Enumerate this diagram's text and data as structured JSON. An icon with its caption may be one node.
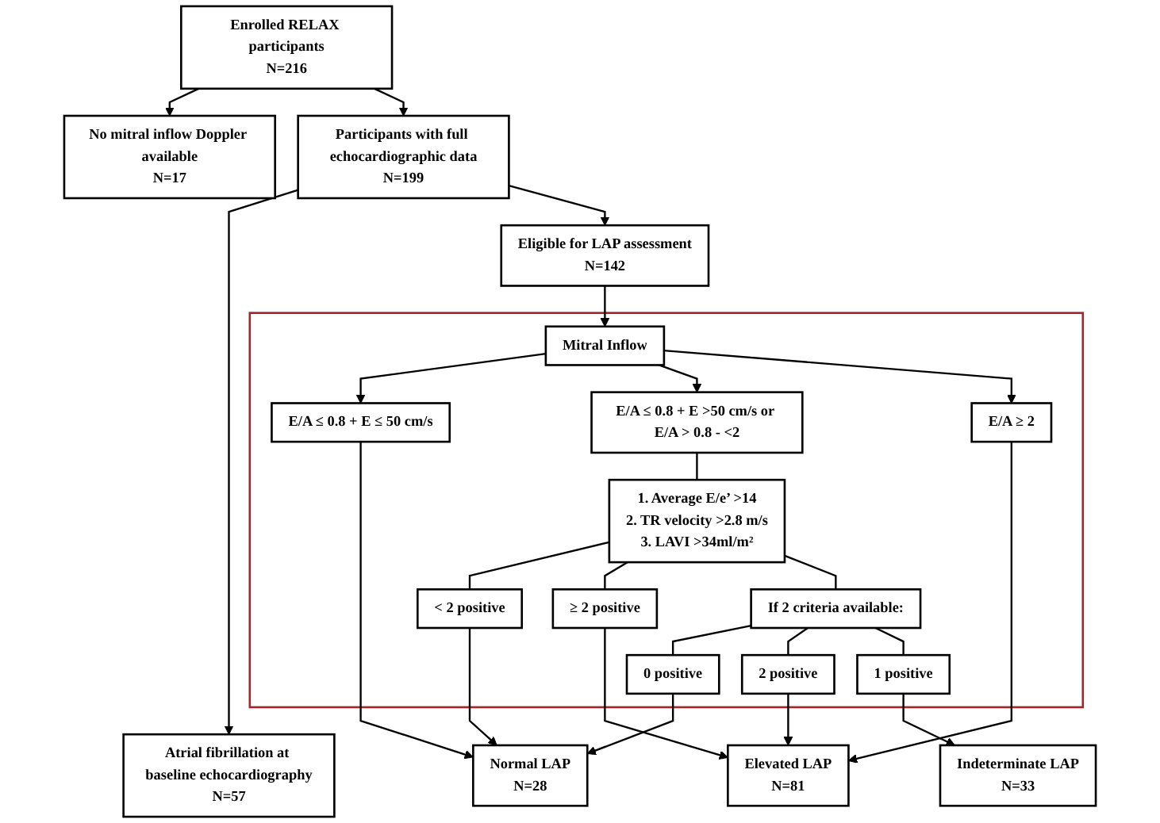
{
  "diagram": {
    "nodes": [
      {
        "text": [
          "Enrolled RELAX participants",
          "N=216"
        ]
      },
      {
        "text": [
          "No mitral inflow Doppler available",
          "N=17"
        ]
      },
      {
        "text": [
          "Participants with full echocardiographic data",
          "N=199"
        ]
      },
      {
        "text": [
          "Eligible for LAP assessment",
          "N=142"
        ]
      },
      {
        "text": [],
        "shape": "box"
      },
      {
        "text": [
          "Mitral Inflow"
        ],
        "in": 4
      },
      {
        "text": [
          "E/A ≤ 0.8 + E ≤ 50 cm/s"
        ],
        "in": 4
      },
      {
        "text": [
          "E/A ≤ 0.8 + E >50 cm/s or E/A > 0.8 - <2"
        ],
        "in": 4
      },
      {
        "text": [
          "E/A ≥ 2"
        ],
        "in": 4
      },
      {
        "text": [
          "< 2 positive"
        ],
        "in": 4
      },
      {
        "text": [
          "1. Average E/e’ >14",
          "2. TR velocity >2.8 m/s",
          "3. LAVI >34ml/m²"
        ],
        "in": 4
      },
      {
        "text": [
          "≥ 2 positive"
        ],
        "in": 4
      },
      {
        "text": [
          "0 positive"
        ],
        "in": 4
      },
      {
        "text": [
          "If 2 criteria available:"
        ],
        "in": 4
      },
      {
        "text": [
          "2 positive"
        ],
        "in": 4
      },
      {
        "text": [
          "1 positive"
        ],
        "in": 4
      },
      {
        "text": [
          "Atrial fibrillation at baseline echocardiography",
          "N=57"
        ]
      },
      {
        "text": [
          "Normal LAP",
          "N=28"
        ]
      },
      {
        "text": [
          "Indeterminate LAP",
          "N=33"
        ]
      },
      {
        "text": [
          "Elevated LAP",
          "N=81"
        ]
      }
    ],
    "edges": [
      {
        "from": 0,
        "to": 1,
        "arrow": "to"
      },
      {
        "from": 0,
        "to": 2,
        "arrow": "to"
      },
      {
        "from": 2,
        "to": 16,
        "arrow": "to"
      },
      {
        "from": 2,
        "to": 3,
        "arrow": "to"
      },
      {
        "from": 3,
        "to": 5,
        "arrow": "to"
      },
      {
        "from": 5,
        "to": 6,
        "arrow": "to"
      },
      {
        "from": 5,
        "to": 7,
        "arrow": "to"
      },
      {
        "from": 5,
        "to": 8,
        "arrow": "to"
      },
      {
        "from": 7,
        "to": 10,
        "arrow": "none"
      },
      {
        "from": 10,
        "to": 9,
        "arrow": "none"
      },
      {
        "from": 9,
        "to": 17,
        "arrow": "to"
      },
      {
        "from": 10,
        "to": 11,
        "arrow": "none"
      },
      {
        "from": 11,
        "to": 19,
        "arrow": "to"
      },
      {
        "from": 10,
        "to": 13,
        "arrow": "none"
      },
      {
        "from": 13,
        "to": 12,
        "arrow": "none"
      },
      {
        "from": 12,
        "to": 17,
        "arrow": "to"
      },
      {
        "from": 13,
        "to": 14,
        "arrow": "none"
      },
      {
        "from": 14,
        "to": 19,
        "arrow": "to"
      },
      {
        "from": 13,
        "to": 15,
        "arrow": "none"
      },
      {
        "from": 15,
        "to": 18,
        "arrow": "to"
      },
      {
        "from": 6,
        "to": 17,
        "arrow": "to"
      },
      {
        "from": 8,
        "to": 19,
        "arrow": "to"
      }
    ]
  }
}
